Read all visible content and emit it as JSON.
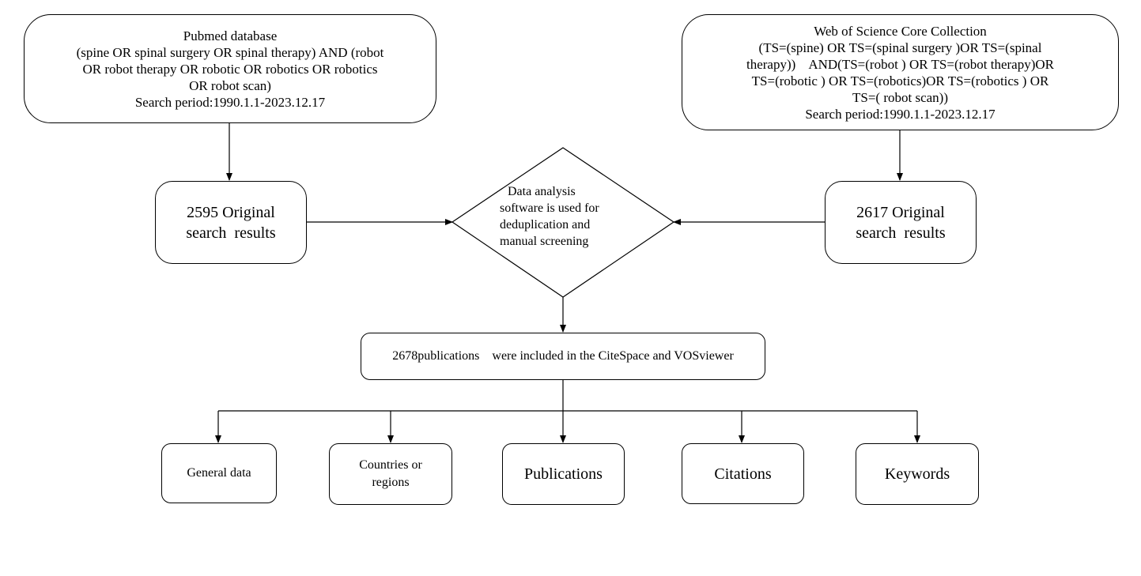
{
  "pubmed_box": {
    "lines": [
      "Pubmed database",
      "(spine OR spinal surgery OR spinal therapy) AND  (robot",
      "OR robot therapy OR robotic OR robotics OR robotics",
      "OR robot scan)",
      "Search period:1990.1.1-2023.12.17"
    ]
  },
  "wos_box": {
    "lines": [
      "Web of Science Core Collection",
      "(TS=(spine) OR TS=(spinal surgery )OR TS=(spinal",
      "therapy))    AND(TS=(robot ) OR TS=(robot therapy)OR",
      "TS=(robotic ) OR TS=(robotics)OR TS=(robotics ) OR",
      "TS=( robot scan))",
      "Search period:1990.1.1-2023.12.17"
    ]
  },
  "pubmed_results": {
    "lines": [
      "2595 Original",
      "search  results"
    ]
  },
  "wos_results": {
    "lines": [
      "2617 Original",
      "search  results"
    ]
  },
  "decision": {
    "lines": [
      "Data analysis",
      "software is used for",
      "deduplication and",
      "manual screening"
    ]
  },
  "included_box": {
    "text": "2678publications    were included in the CiteSpace and VOSviewer"
  },
  "categories": [
    {
      "label_lines": [
        "General data"
      ]
    },
    {
      "label_lines": [
        "Countries or",
        "regions"
      ]
    },
    {
      "label_lines": [
        "Publications"
      ]
    },
    {
      "label_lines": [
        "Citations"
      ]
    },
    {
      "label_lines": [
        "Keywords"
      ]
    }
  ]
}
